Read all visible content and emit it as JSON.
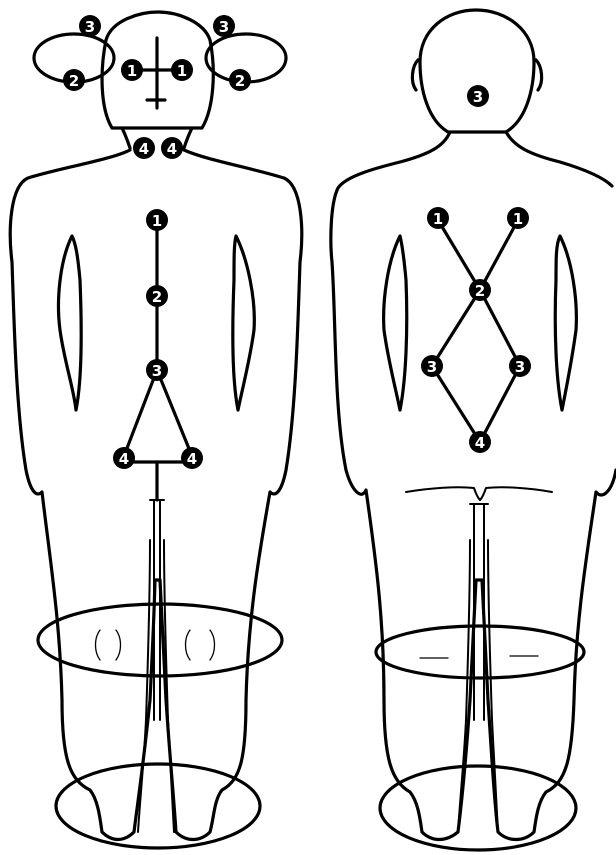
{
  "diagram": {
    "front_markers": [
      {
        "id": "front-head-3-left",
        "label": "3"
      },
      {
        "id": "front-head-3-right",
        "label": "3"
      },
      {
        "id": "front-head-2-left",
        "label": "2"
      },
      {
        "id": "front-head-2-right",
        "label": "2"
      },
      {
        "id": "front-face-1-left",
        "label": "1"
      },
      {
        "id": "front-face-1-right",
        "label": "1"
      },
      {
        "id": "front-neck-4-left",
        "label": "4"
      },
      {
        "id": "front-neck-4-right",
        "label": "4"
      },
      {
        "id": "front-torso-1",
        "label": "1"
      },
      {
        "id": "front-torso-2",
        "label": "2"
      },
      {
        "id": "front-torso-3",
        "label": "3"
      },
      {
        "id": "front-torso-4-left",
        "label": "4"
      },
      {
        "id": "front-torso-4-right",
        "label": "4"
      }
    ],
    "back_markers": [
      {
        "id": "back-head-3",
        "label": "3"
      },
      {
        "id": "back-1-left",
        "label": "1"
      },
      {
        "id": "back-1-right",
        "label": "1"
      },
      {
        "id": "back-2",
        "label": "2"
      },
      {
        "id": "back-3-left",
        "label": "3"
      },
      {
        "id": "back-3-right",
        "label": "3"
      },
      {
        "id": "back-4",
        "label": "4"
      }
    ],
    "colors": {
      "line": "#000000",
      "background": "#ffffff",
      "marker_fill": "#000000",
      "marker_text": "#ffffff"
    }
  }
}
